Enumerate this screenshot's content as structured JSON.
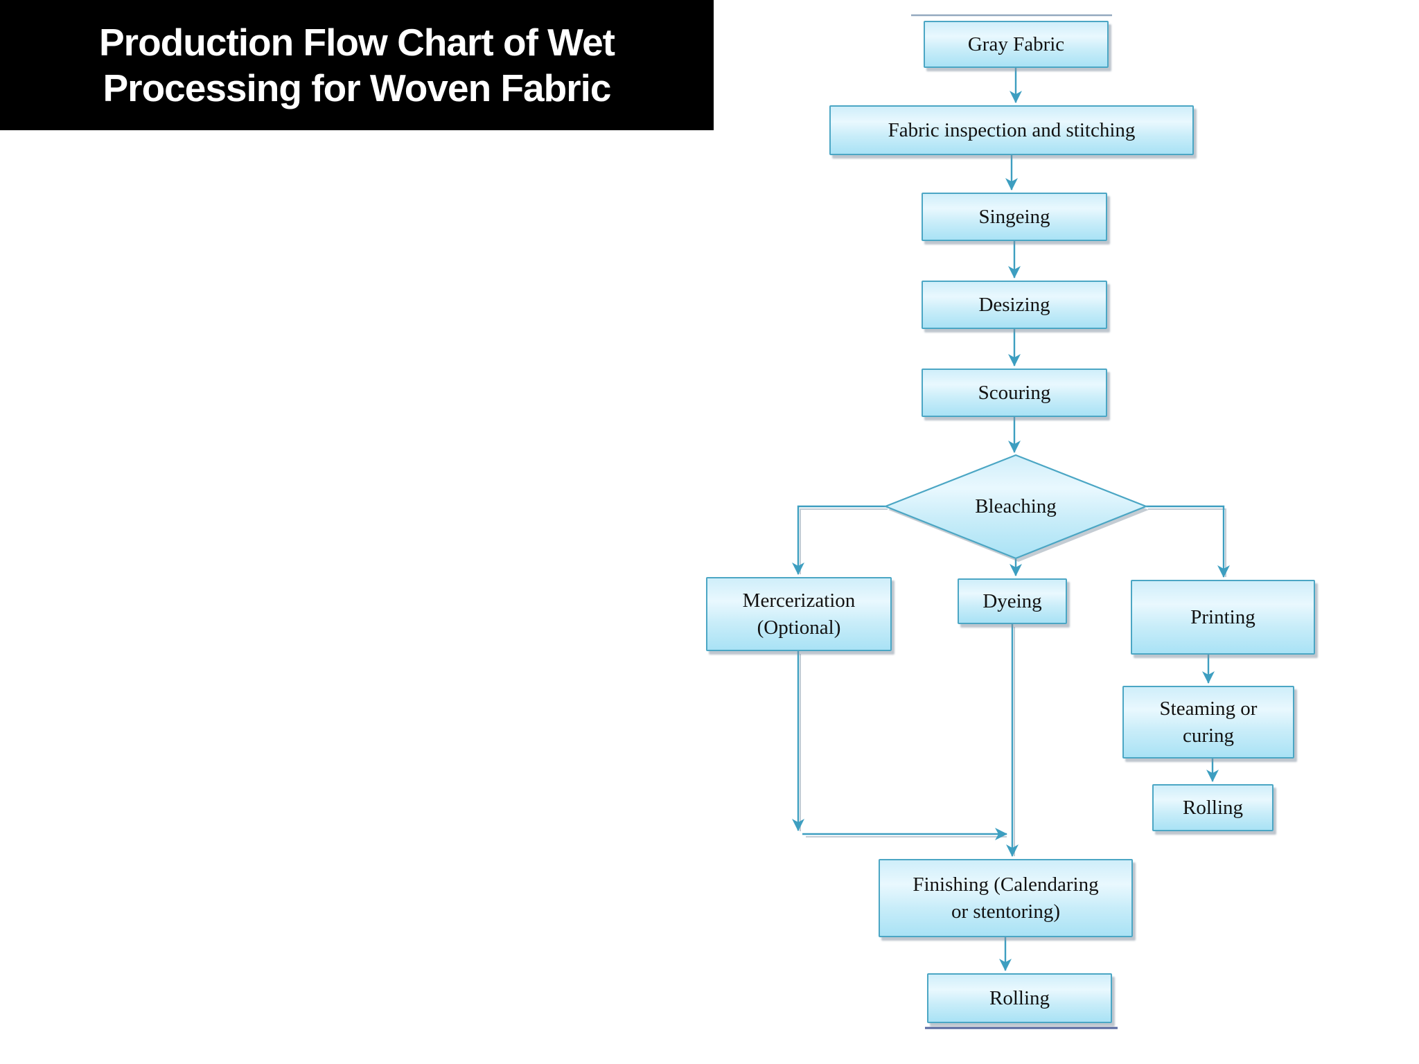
{
  "title": {
    "lines": [
      "Production Flow Chart of Wet",
      "Processing for Woven Fabric"
    ]
  },
  "flowchart": {
    "nodes": {
      "gray_fabric": {
        "label": "Gray Fabric",
        "shape": "rect"
      },
      "fabric_inspection": {
        "label": "Fabric inspection and stitching",
        "shape": "rect"
      },
      "singeing": {
        "label": "Singeing",
        "shape": "rect"
      },
      "desizing": {
        "label": "Desizing",
        "shape": "rect"
      },
      "scouring": {
        "label": "Scouring",
        "shape": "rect"
      },
      "bleaching": {
        "label": "Bleaching",
        "shape": "diamond"
      },
      "mercerization": {
        "lines": [
          "Mercerization",
          "(Optional)"
        ],
        "shape": "rect"
      },
      "dyeing": {
        "label": "Dyeing",
        "shape": "rect"
      },
      "printing": {
        "label": "Printing",
        "shape": "rect"
      },
      "steaming": {
        "lines": [
          "Steaming or",
          "curing"
        ],
        "shape": "rect"
      },
      "rolling_after_steaming": {
        "label": "Rolling",
        "shape": "rect"
      },
      "finishing": {
        "lines": [
          "Finishing (Calendaring",
          "or stentoring)"
        ],
        "shape": "rect"
      },
      "rolling_final": {
        "label": "Rolling",
        "shape": "rect"
      }
    },
    "edges": [
      {
        "from": "gray_fabric",
        "to": "fabric_inspection"
      },
      {
        "from": "fabric_inspection",
        "to": "singeing"
      },
      {
        "from": "singeing",
        "to": "desizing"
      },
      {
        "from": "desizing",
        "to": "scouring"
      },
      {
        "from": "scouring",
        "to": "bleaching"
      },
      {
        "from": "bleaching",
        "to": "mercerization"
      },
      {
        "from": "bleaching",
        "to": "dyeing"
      },
      {
        "from": "bleaching",
        "to": "printing"
      },
      {
        "from": "printing",
        "to": "steaming"
      },
      {
        "from": "steaming",
        "to": "rolling_after_steaming"
      },
      {
        "from": "mercerization",
        "to": "finishing"
      },
      {
        "from": "dyeing",
        "to": "finishing"
      },
      {
        "from": "finishing",
        "to": "rolling_final"
      }
    ],
    "colors": {
      "box_border": "#4ba6c4",
      "box_fill_top": "#cfeefa",
      "box_fill_bottom": "#a9e2f5",
      "arrow": "#3d9ec0",
      "line_shadow": "#c2ccd5",
      "title_bg": "#000000",
      "title_text": "#ffffff",
      "top_rule": "#93a9bf",
      "bottom_rule": "#56679f",
      "node_text": "#121212"
    }
  }
}
